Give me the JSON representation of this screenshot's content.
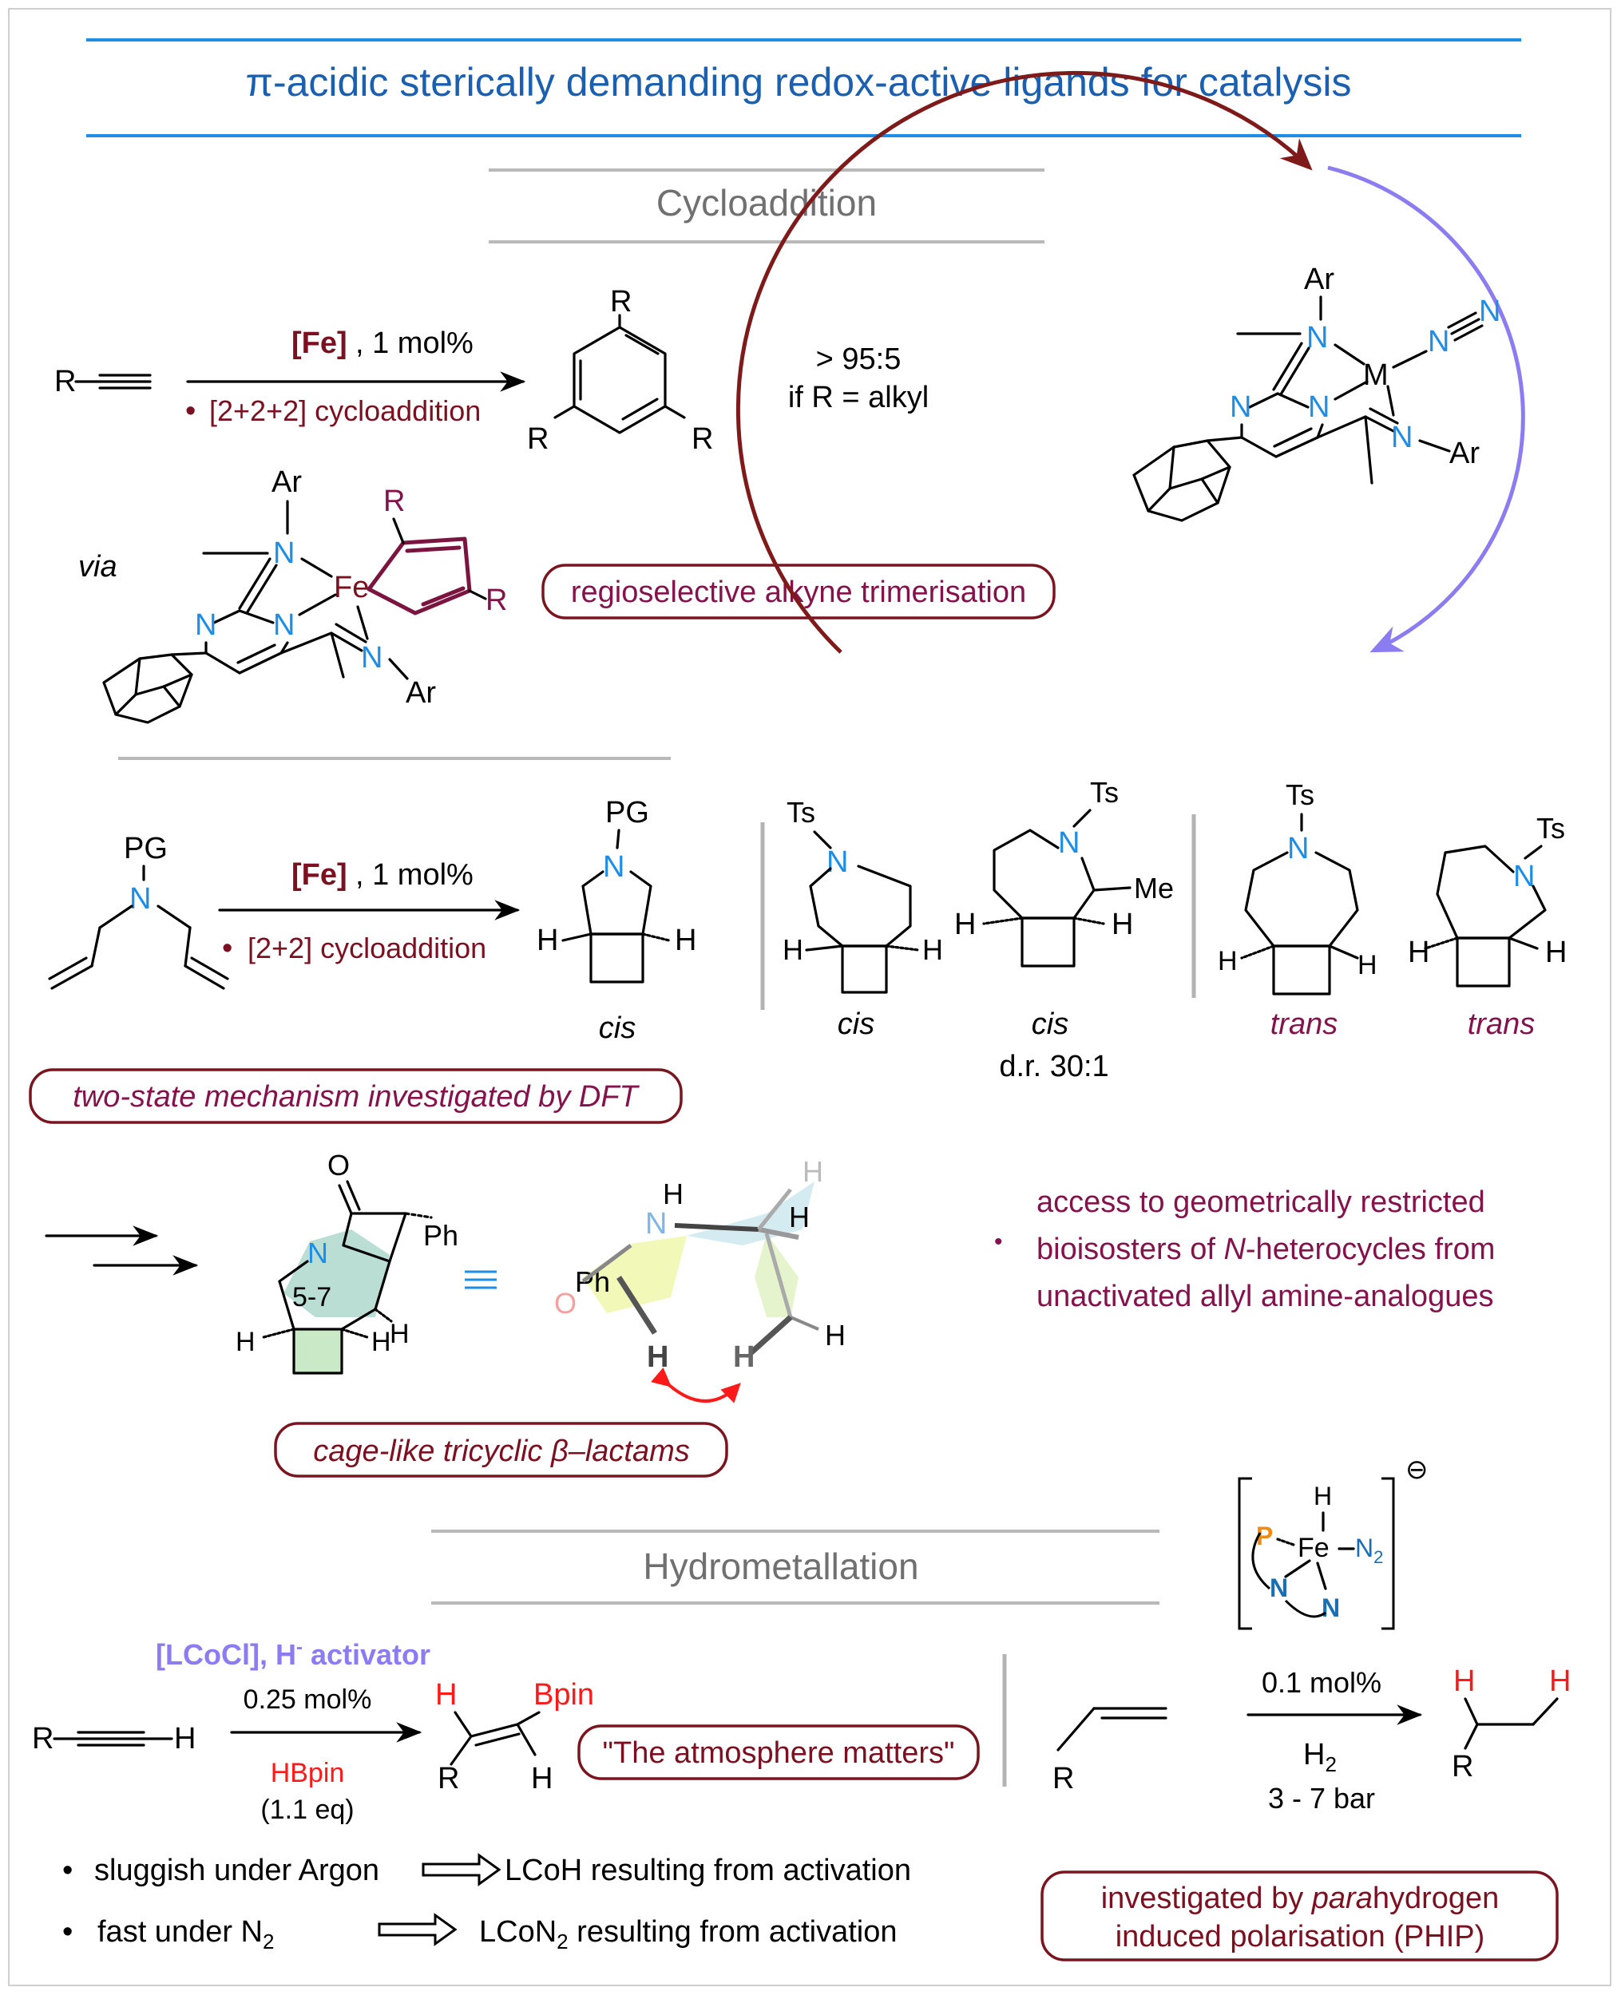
{
  "title": "π-acidic sterically demanding redox-active ligands for catalysis",
  "colors": {
    "title": "#1a5fb0",
    "rule_blue": "#1e8de6",
    "nitrogen": "#1e8de6",
    "maroon": "#7b1020",
    "plum": "#84124b",
    "heading_grey": "#707070",
    "arrow_maroon": "#7f1a1a",
    "arrow_lavender": "#8c7cf2",
    "highlight_red": "#ff1a1a",
    "catalyst_label": "#8c7cf2",
    "phosphorus": "#f08a10"
  },
  "cycloaddition": {
    "heading": "Cycloaddition",
    "substrate_R": "R",
    "catalyst": "[Fe]",
    "loading": ", 1 mol%",
    "bullet": "•",
    "condition": "[2+2+2] cycloaddition",
    "product_R": "R",
    "selectivity_line1": "> 95:5",
    "selectivity_line2": "if R = alkyl",
    "via": "via",
    "intermediate": {
      "Ar": "Ar",
      "N": "N",
      "Fe": "Fe",
      "R": "R"
    },
    "box_label": "regioselective alkyne trimerisation"
  },
  "catalyst_complex": {
    "Ar": "Ar",
    "N": "N",
    "M": "M",
    "N2": "N"
  },
  "two_plus_two": {
    "PG": "PG",
    "N": "N",
    "catalyst": "[Fe]",
    "loading": ", 1 mol%",
    "bullet": "•",
    "condition": "[2+2] cycloaddition",
    "H": "H",
    "products": [
      {
        "label": "cis",
        "sub": "",
        "protect": "PG"
      },
      {
        "label": "cis",
        "sub": "",
        "protect": "Ts"
      },
      {
        "label": "cis",
        "sub": "d.r. 30:1",
        "protect": "Ts",
        "substituent": "Me"
      },
      {
        "label": "trans",
        "sub": "",
        "protect": "Ts"
      },
      {
        "label": "trans",
        "sub": "",
        "protect": "Ts"
      }
    ],
    "box_label": "two-state mechanism investigated by DFT"
  },
  "lactam": {
    "O": "O",
    "N": "N",
    "Ph": "Ph",
    "H": "H",
    "ring": "5-7",
    "box_label": "cage-like tricyclic β–lactams",
    "bullet": "•",
    "text_line1": "access to geometrically restricted",
    "text_line2_pre": "bioisosters of ",
    "text_line2_it": "N",
    "text_line2_post": "-heterocycles from",
    "text_line3": "unactivated allyl amine-analogues"
  },
  "hydrometallation": {
    "heading": "Hydrometallation",
    "catalyst_label": "[LCoCl], H",
    "catalyst_sup": "-",
    "catalyst_tail": " activator",
    "loading": "0.25 mol%",
    "reagent": "HBpin",
    "equiv": "(1.1 eq)",
    "R": "R",
    "H": "H",
    "Bpin": "Bpin",
    "box_label": "\"The atmosphere matters\"",
    "bullets": [
      {
        "left": "sluggish under Argon",
        "right": "LCoH resulting from activation"
      },
      {
        "left": "fast under N",
        "left_sub": "2",
        "right": "LCoN",
        "right_sub": "2",
        "right_tail": " resulting from activation"
      }
    ],
    "fe_complex": {
      "H": "H",
      "Fe": "Fe",
      "N2": "N",
      "N2_sub": "2",
      "P": "P",
      "N": "N",
      "charge": "⊖"
    },
    "loading2": "0.1 mol%",
    "gas": "H",
    "gas_sub": "2",
    "pressure": "3 - 7 bar",
    "box2_line1_it": "para",
    "box2_line1_pre": "investigated by ",
    "box2_line1_post": "hydrogen",
    "box2_line2": "induced polarisation (PHIP)"
  }
}
